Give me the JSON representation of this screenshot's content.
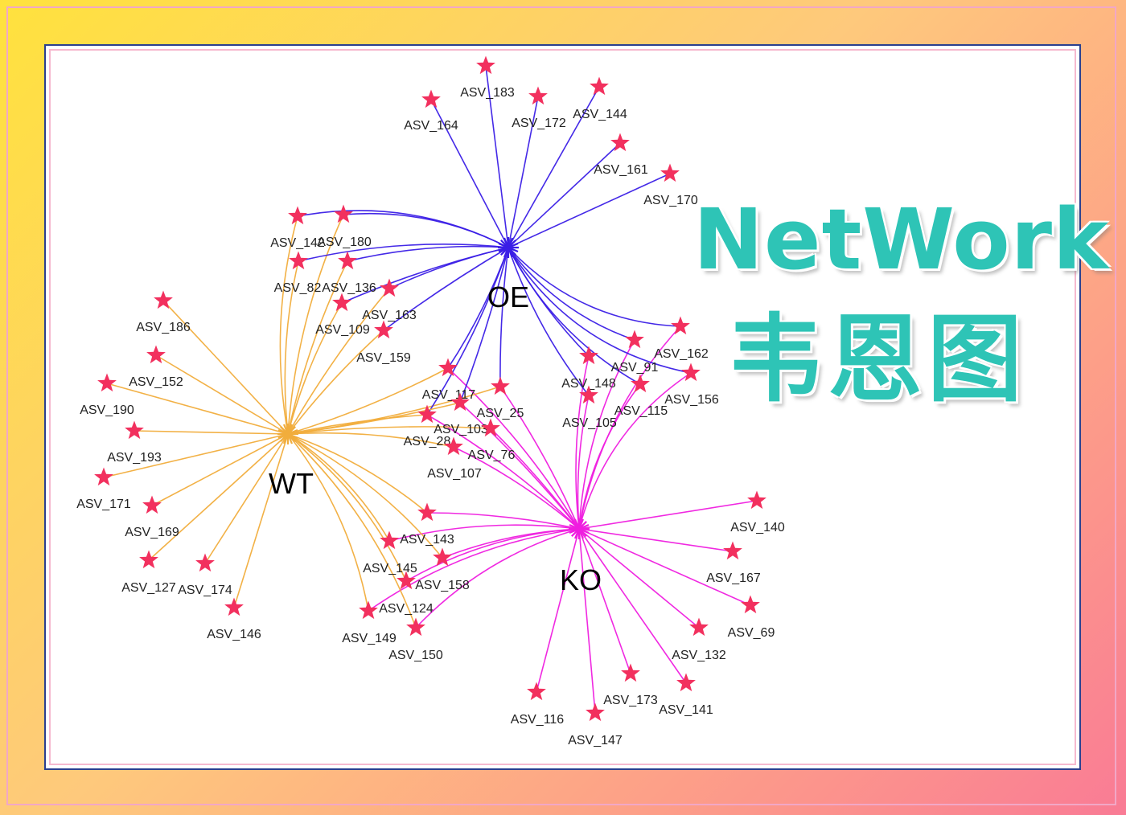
{
  "title": {
    "english": "NetWork",
    "chinese": "韦恩图"
  },
  "colors": {
    "OE": "#3a1ee6",
    "WT": "#f1ad3c",
    "KO": "#ef1ddf",
    "node": "#f2305e",
    "title": "#2ec4b6"
  },
  "groups": [
    {
      "id": "OE",
      "label": "OE"
    },
    {
      "id": "WT",
      "label": "WT"
    },
    {
      "id": "KO",
      "label": "KO"
    }
  ],
  "nodes": [
    {
      "label": "ASV_183",
      "links": [
        "OE"
      ]
    },
    {
      "label": "ASV_164",
      "links": [
        "OE"
      ]
    },
    {
      "label": "ASV_172",
      "links": [
        "OE"
      ]
    },
    {
      "label": "ASV_144",
      "links": [
        "OE"
      ]
    },
    {
      "label": "ASV_161",
      "links": [
        "OE"
      ]
    },
    {
      "label": "ASV_170",
      "links": [
        "OE"
      ]
    },
    {
      "label": "ASV_142",
      "links": [
        "OE",
        "WT"
      ]
    },
    {
      "label": "ASV_180",
      "links": [
        "OE",
        "WT"
      ]
    },
    {
      "label": "ASV_82",
      "links": [
        "OE",
        "WT"
      ]
    },
    {
      "label": "ASV_136",
      "links": [
        "OE",
        "WT"
      ]
    },
    {
      "label": "ASV_163",
      "links": [
        "OE",
        "WT"
      ]
    },
    {
      "label": "ASV_109",
      "links": [
        "OE",
        "WT"
      ]
    },
    {
      "label": "ASV_159",
      "links": [
        "OE",
        "WT"
      ]
    },
    {
      "label": "ASV_162",
      "links": [
        "OE",
        "KO"
      ]
    },
    {
      "label": "ASV_91",
      "links": [
        "OE",
        "KO"
      ]
    },
    {
      "label": "ASV_148",
      "links": [
        "OE",
        "KO"
      ]
    },
    {
      "label": "ASV_156",
      "links": [
        "OE",
        "KO"
      ]
    },
    {
      "label": "ASV_115",
      "links": [
        "OE",
        "KO"
      ]
    },
    {
      "label": "ASV_105",
      "links": [
        "OE",
        "KO"
      ]
    },
    {
      "label": "ASV_117",
      "links": [
        "OE",
        "WT",
        "KO"
      ]
    },
    {
      "label": "ASV_25",
      "links": [
        "OE",
        "WT",
        "KO"
      ]
    },
    {
      "label": "ASV_28",
      "links": [
        "OE",
        "WT",
        "KO"
      ]
    },
    {
      "label": "ASV_103",
      "links": [
        "OE",
        "WT",
        "KO"
      ]
    },
    {
      "label": "ASV_76",
      "links": [
        "WT",
        "KO"
      ]
    },
    {
      "label": "ASV_107",
      "links": [
        "WT",
        "KO"
      ]
    },
    {
      "label": "ASV_186",
      "links": [
        "WT"
      ]
    },
    {
      "label": "ASV_152",
      "links": [
        "WT"
      ]
    },
    {
      "label": "ASV_190",
      "links": [
        "WT"
      ]
    },
    {
      "label": "ASV_193",
      "links": [
        "WT"
      ]
    },
    {
      "label": "ASV_171",
      "links": [
        "WT"
      ]
    },
    {
      "label": "ASV_169",
      "links": [
        "WT"
      ]
    },
    {
      "label": "ASV_127",
      "links": [
        "WT"
      ]
    },
    {
      "label": "ASV_174",
      "links": [
        "WT"
      ]
    },
    {
      "label": "ASV_146",
      "links": [
        "WT"
      ]
    },
    {
      "label": "ASV_143",
      "links": [
        "WT",
        "KO"
      ]
    },
    {
      "label": "ASV_145",
      "links": [
        "WT",
        "KO"
      ]
    },
    {
      "label": "ASV_158",
      "links": [
        "WT",
        "KO"
      ]
    },
    {
      "label": "ASV_124",
      "links": [
        "WT",
        "KO"
      ]
    },
    {
      "label": "ASV_149",
      "links": [
        "WT",
        "KO"
      ]
    },
    {
      "label": "ASV_150",
      "links": [
        "WT",
        "KO"
      ]
    },
    {
      "label": "ASV_140",
      "links": [
        "KO"
      ]
    },
    {
      "label": "ASV_167",
      "links": [
        "KO"
      ]
    },
    {
      "label": "ASV_69",
      "links": [
        "KO"
      ]
    },
    {
      "label": "ASV_132",
      "links": [
        "KO"
      ]
    },
    {
      "label": "ASV_141",
      "links": [
        "KO"
      ]
    },
    {
      "label": "ASV_173",
      "links": [
        "KO"
      ]
    },
    {
      "label": "ASV_116",
      "links": [
        "KO"
      ]
    },
    {
      "label": "ASV_147",
      "links": [
        "KO"
      ]
    }
  ]
}
